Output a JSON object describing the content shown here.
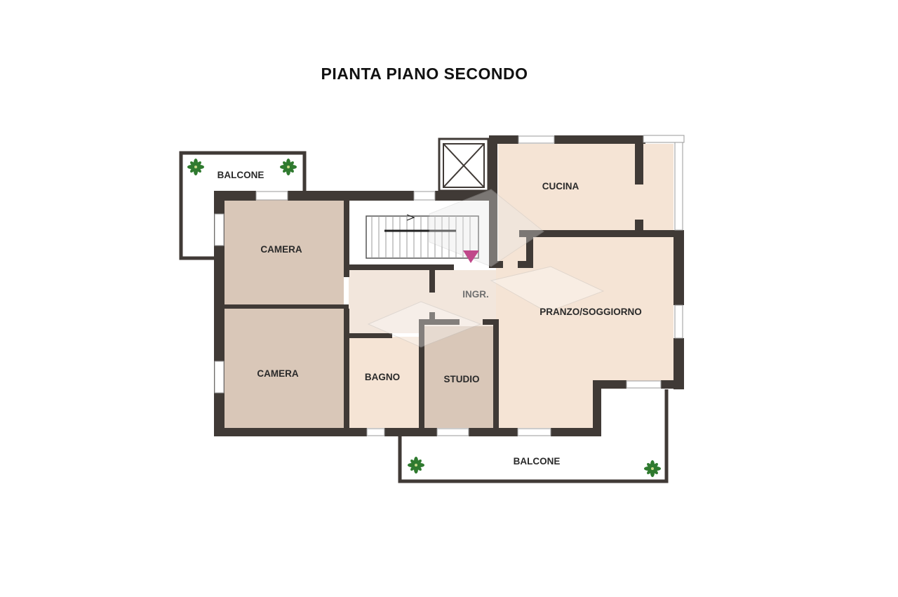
{
  "title": "PIANTA PIANO SECONDO",
  "rooms": {
    "balcone_top": "BALCONE",
    "camera_top": "CAMERA",
    "camera_bottom": "CAMERA",
    "bagno": "BAGNO",
    "studio": "STUDIO",
    "ingresso": "INGR.",
    "cucina": "CUCINA",
    "pranzo_soggiorno": "PRANZO/SOGGIORNO",
    "balcone_bottom": "BALCONE"
  },
  "colors": {
    "wall": "#403a36",
    "floor_living": "#f5e4d5",
    "floor_bedroom": "#d9c7b8",
    "floor_hall": "#f2e6dc",
    "balcony": "#ffffff",
    "entry_marker": "#c0488a",
    "plant": "#2f7a2f"
  },
  "icons": [
    "plant-icon",
    "elevator-icon",
    "stairs-icon",
    "entry-arrow-icon"
  ]
}
